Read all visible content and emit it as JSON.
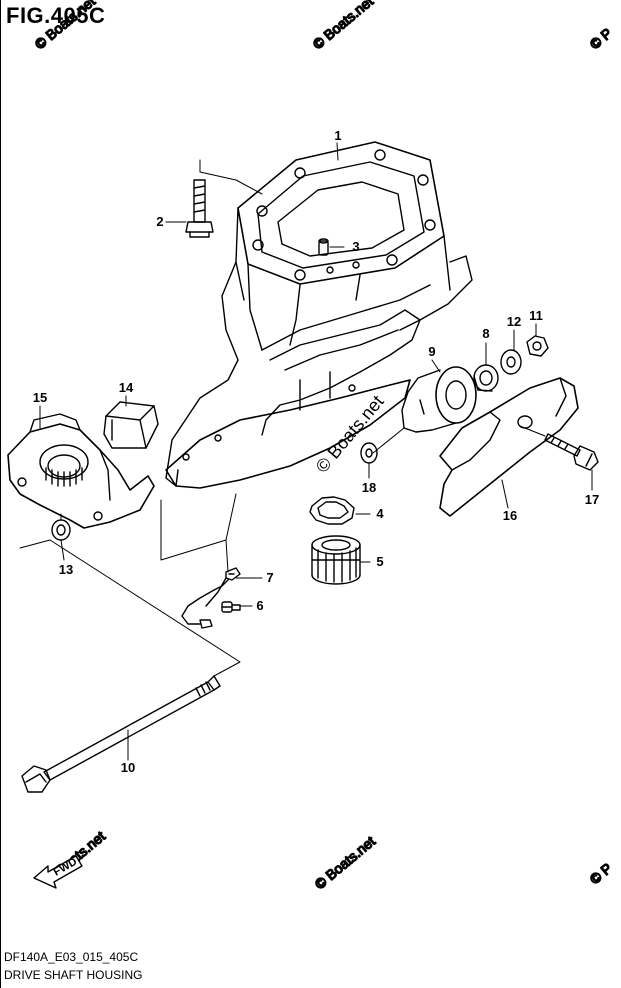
{
  "figure": {
    "title": "FIG.405C",
    "code": "DF140A_E03_015_405C",
    "name": "DRIVE SHAFT HOUSING"
  },
  "watermark": {
    "main": "© Boats.net",
    "faint": "© Boats.net",
    "faint_short": "© P"
  },
  "fwd_label": "FWD",
  "callouts": {
    "c1": "1",
    "c2": "2",
    "c3": "3",
    "c4": "4",
    "c5": "5",
    "c6": "6",
    "c7": "7",
    "c8": "8",
    "c9": "9",
    "c10": "10",
    "c11": "11",
    "c12": "12",
    "c13": "13",
    "c14": "14",
    "c15": "15",
    "c16": "16",
    "c17": "17",
    "c18": "18"
  }
}
